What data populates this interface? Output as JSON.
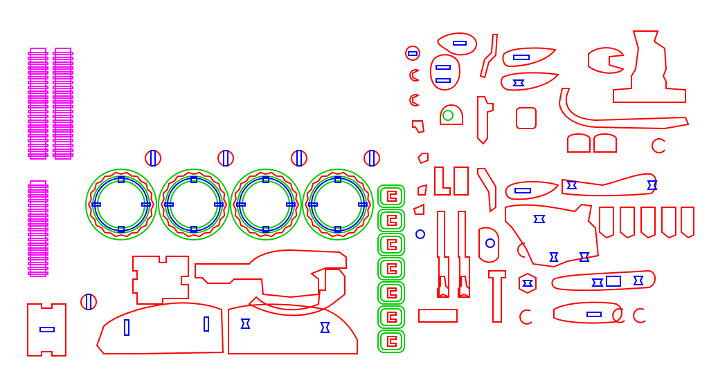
{
  "sheet": {
    "title": "",
    "colors": {
      "cut_outline": "#ff0000",
      "inner_cut": "#0000ff",
      "ring_guide": "#00cc00",
      "engrave": "#ff00ff",
      "background": "#ffffff"
    },
    "layers": [
      "cut-outline",
      "inner-cut",
      "ring-guide",
      "engrave"
    ]
  }
}
